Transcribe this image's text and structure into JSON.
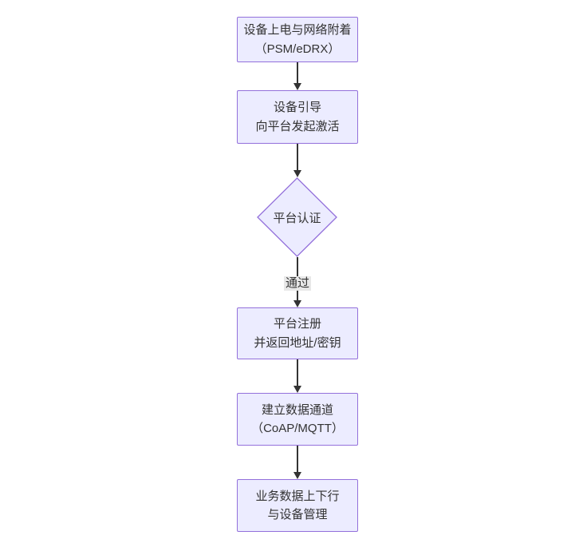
{
  "diagram": {
    "type": "flowchart",
    "direction": "top-down",
    "colors": {
      "background": "#ffffff",
      "node_fill": "#ECECFF",
      "node_border": "#9370DB",
      "text_color": "#333333",
      "arrow_color": "#333333",
      "edge_label_bg": "#e8e8e8"
    },
    "nodes": [
      {
        "id": "power_attach",
        "type": "process",
        "lines": [
          "设备上电与网络附着",
          "（PSM/eDRX）"
        ]
      },
      {
        "id": "bootstrap",
        "type": "process",
        "lines": [
          "设备引导",
          "向平台发起激活"
        ]
      },
      {
        "id": "auth",
        "type": "decision",
        "label": "平台认证"
      },
      {
        "id": "register",
        "type": "process",
        "lines": [
          "平台注册",
          "并返回地址/密钥"
        ]
      },
      {
        "id": "channel",
        "type": "process",
        "lines": [
          "建立数据通道",
          "（CoAP/MQTT）"
        ]
      },
      {
        "id": "business",
        "type": "process",
        "lines": [
          "业务数据上下行",
          "与设备管理"
        ]
      }
    ],
    "edges": [
      {
        "from": "power_attach",
        "to": "bootstrap",
        "label": ""
      },
      {
        "from": "bootstrap",
        "to": "auth",
        "label": ""
      },
      {
        "from": "auth",
        "to": "register",
        "label": "通过"
      },
      {
        "from": "register",
        "to": "channel",
        "label": ""
      },
      {
        "from": "channel",
        "to": "business",
        "label": ""
      }
    ]
  }
}
